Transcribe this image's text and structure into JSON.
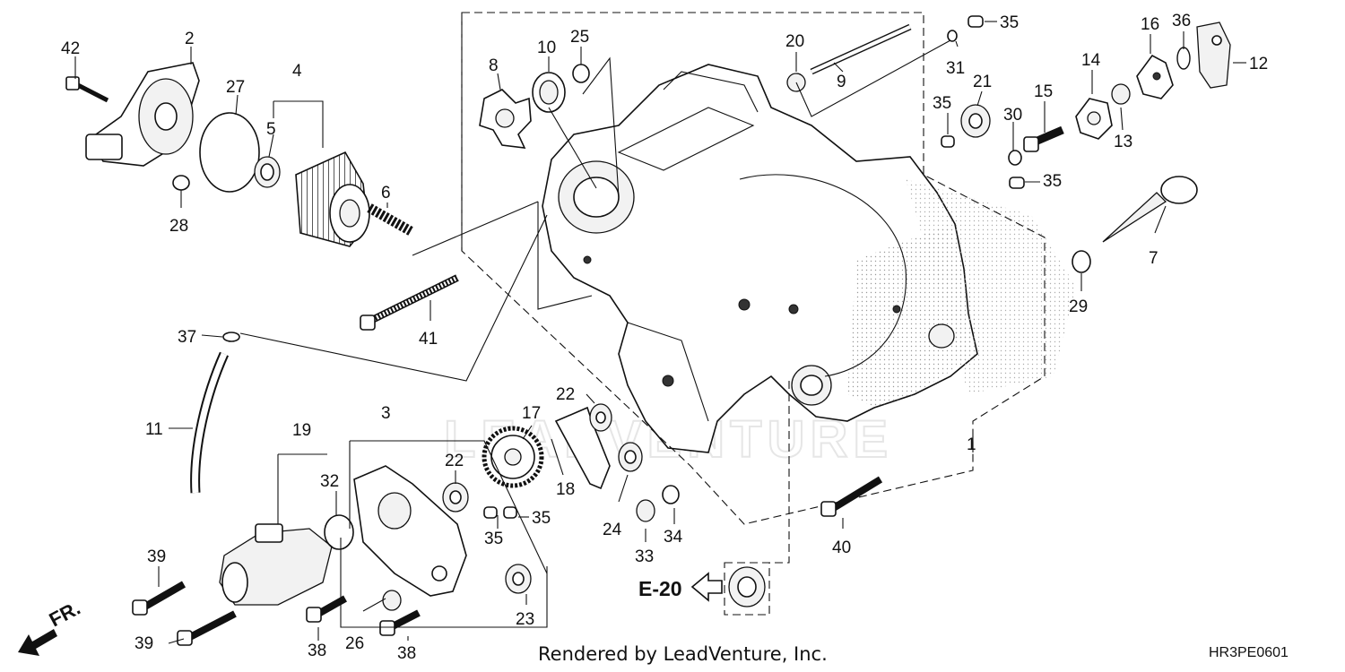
{
  "diagram": {
    "footer_credit": "Rendered by LeadVenture, Inc.",
    "diagram_code": "HR3PE0601",
    "front_marker": "FR.",
    "reference_label": "E-20",
    "watermark_text": "LEADVENTURE",
    "callouts": [
      "1",
      "2",
      "3",
      "4",
      "5",
      "6",
      "7",
      "8",
      "9",
      "10",
      "11",
      "12",
      "13",
      "14",
      "15",
      "16",
      "17",
      "18",
      "19",
      "20",
      "21",
      "22",
      "22",
      "23",
      "24",
      "25",
      "26",
      "27",
      "28",
      "29",
      "30",
      "31",
      "32",
      "33",
      "34",
      "35",
      "35",
      "35",
      "35",
      "35",
      "36",
      "37",
      "38",
      "38",
      "39",
      "39",
      "40",
      "41",
      "42"
    ],
    "colors": {
      "ink": "#111111",
      "watermark": "#e6e6e6",
      "background": "#ffffff"
    }
  }
}
